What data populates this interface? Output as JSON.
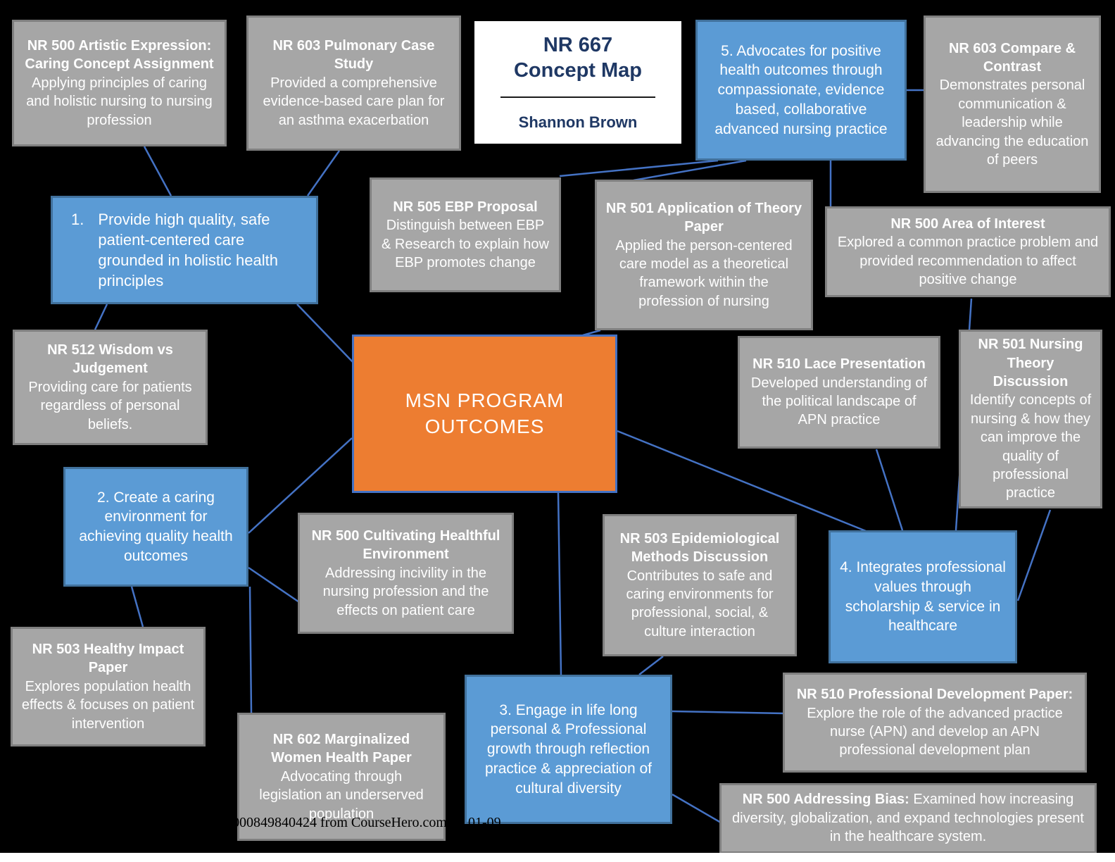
{
  "header": {
    "course": "NR 667",
    "subtitle": "Concept Map",
    "author": "Shannon Brown"
  },
  "center": {
    "label": "MSN PROGRAM OUTCOMES"
  },
  "outcomes": {
    "o1": {
      "number": "1.",
      "text": "Provide high quality, safe patient-centered care grounded in holistic health principles"
    },
    "o2": {
      "text": "2. Create a caring environment for achieving quality health outcomes"
    },
    "o3": {
      "text": "3. Engage in life long personal & Professional growth through reflection practice & appreciation of cultural diversity"
    },
    "o4": {
      "text": "4. Integrates professional values through scholarship & service in healthcare"
    },
    "o5": {
      "text": "5. Advocates for positive health outcomes through compassionate, evidence based, collaborative advanced nursing practice"
    }
  },
  "assignments": {
    "artistic": {
      "title": "NR 500 Artistic Expression: Caring Concept Assignment",
      "body": "Applying principles of caring and holistic nursing to nursing profession"
    },
    "pulmonary": {
      "title": "NR 603 Pulmonary Case Study",
      "body": "Provided a comprehensive evidence-based care plan for an asthma exacerbation"
    },
    "compare": {
      "title": "NR 603 Compare & Contrast",
      "body": "Demonstrates personal communication & leadership while advancing the education of peers"
    },
    "ebp": {
      "title": "NR 505 EBP Proposal",
      "body": "Distinguish between EBP & Research to explain how EBP promotes change"
    },
    "application": {
      "title": "NR 501 Application of Theory Paper",
      "body": "Applied the person-centered care model as a theoretical framework within the profession of nursing"
    },
    "area_of_interest": {
      "title": "NR 500 Area of Interest",
      "body": "Explored a common practice problem and provided recommendation to affect positive change"
    },
    "wisdom": {
      "title": "NR 512 Wisdom vs Judgement",
      "body": "Providing care for patients regardless of personal beliefs."
    },
    "lace": {
      "title": "NR 510 Lace Presentation",
      "body": "Developed understanding of the political landscape of APN practice"
    },
    "nursing_theory": {
      "title": "NR 501 Nursing Theory Discussion",
      "body": "Identify concepts of nursing & how they can improve the quality of professional practice"
    },
    "cultivating": {
      "title": "NR 500 Cultivating Healthful Environment",
      "body": "Addressing incivility in the nursing profession and the effects on patient care"
    },
    "epidemiological": {
      "title": "NR 503 Epidemiological Methods Discussion",
      "body": "Contributes to safe and caring environments for professional, social, & culture interaction"
    },
    "healthy_impact": {
      "title": "NR 503 Healthy Impact Paper",
      "body": "Explores population health effects & focuses on patient intervention"
    },
    "marginalized": {
      "title": "NR 602 Marginalized Women Health Paper",
      "body": "Advocating through legislation an underserved population"
    },
    "prof_dev": {
      "title": "NR 510 Professional Development Paper:",
      "body": "Explore the role of the advanced practice nurse (APN) and develop an APN professional development plan"
    },
    "addressing_bias": {
      "title": "NR 500 Addressing Bias:",
      "body": "Examined how increasing diversity, globalization, and expand technologies  present in the healthcare system."
    }
  },
  "watermark": {
    "text": "000849840424 from CourseHero.com on 01-09"
  },
  "colors": {
    "background": "#000000",
    "outcome_fill": "#5b9bd5",
    "outcome_border": "#41719c",
    "assignment_fill": "#a6a6a6",
    "assignment_border": "#7f7f7f",
    "center_fill": "#ed7d31",
    "center_border": "#4472c4",
    "connector": "#4472c4",
    "title_text": "#1f3864"
  }
}
